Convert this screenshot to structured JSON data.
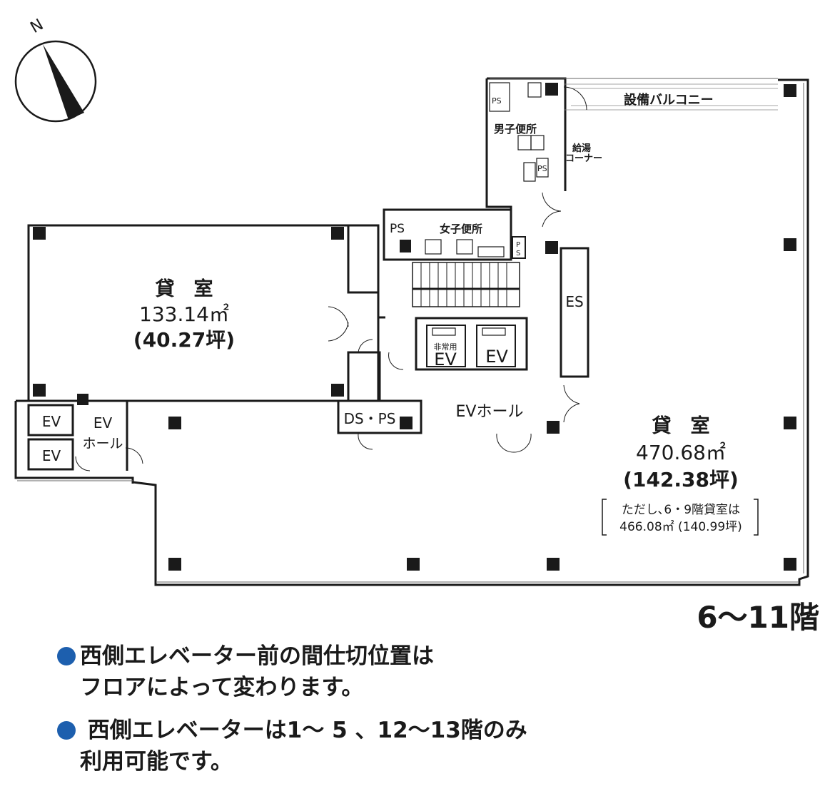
{
  "compass": {
    "north_label": "N"
  },
  "rooms": {
    "west_office": {
      "name": "貸　室",
      "area": "133.14㎡",
      "tsubo": "(40.27坪)"
    },
    "east_office": {
      "name": "貸　室",
      "area": "470.68㎡",
      "tsubo": "(142.38坪)",
      "note_line1": "ただし､6・9階貸室は",
      "note_line2": "466.08㎡ (140.99坪)"
    }
  },
  "labels": {
    "balcony": "設備バルコニー",
    "mens_restroom": "男子便所",
    "kitchenette_line1": "給湯",
    "kitchenette_line2": "コーナー",
    "womens_restroom": "女子便所",
    "ps": "PS",
    "ps_vertical_1": "P",
    "ps_vertical_2": "S",
    "es": "ES",
    "emergency": "非常用",
    "ev": "EV",
    "ev_hall": "EVホール",
    "west_ev_hall_line1": "EV",
    "west_ev_hall_line2": "ホール",
    "ds_ps": "DS・PS"
  },
  "floor_label": "6〜11階",
  "notes": [
    {
      "line1": "西側エレベーター前の間仕切位置は",
      "line2": "フロアによって変わります。"
    },
    {
      "line1": " 西側エレベーターは1〜 5 、12〜13階のみ",
      "line2": "利用可能です。"
    }
  ],
  "colors": {
    "bullet": "#1d5fae",
    "walls": "#1a1a1a",
    "columns": "#1a1a1a"
  }
}
